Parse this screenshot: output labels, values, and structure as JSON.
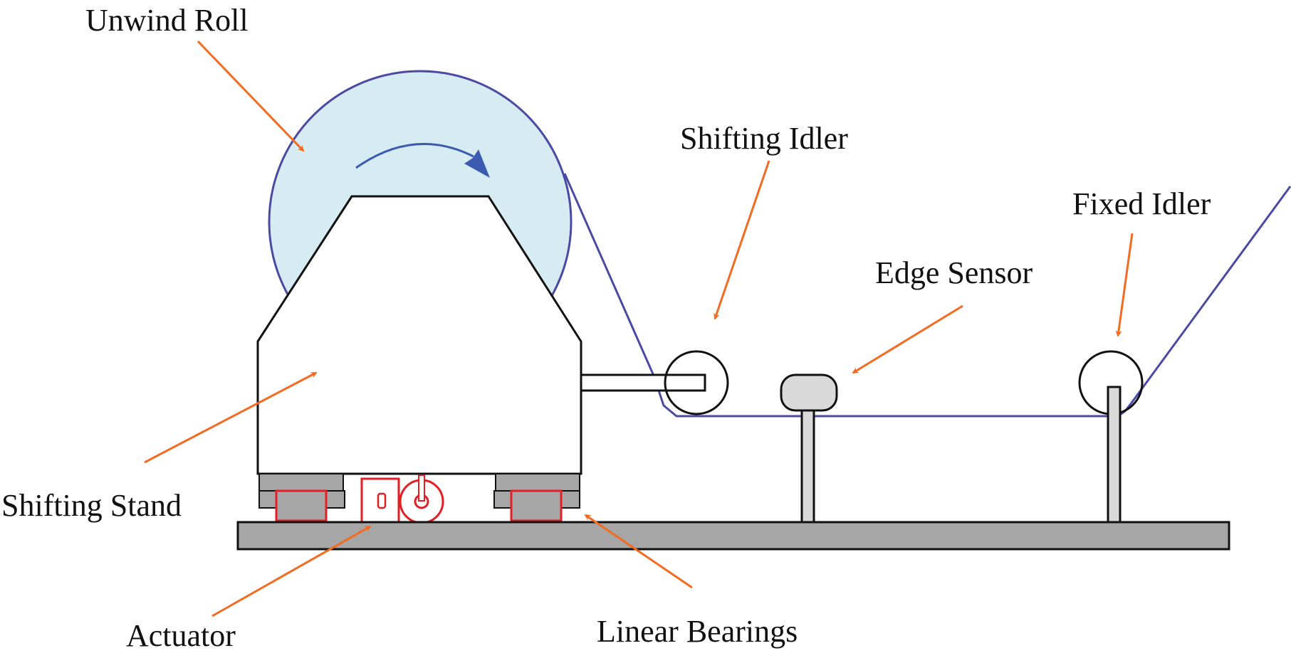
{
  "labels": {
    "unwind_roll": "Unwind Roll",
    "shifting_idler": "Shifting Idler",
    "fixed_idler": "Fixed Idler",
    "edge_sensor": "Edge Sensor",
    "shifting_stand": "Shifting Stand",
    "actuator": "Actuator",
    "linear_bearings": "Linear Bearings"
  },
  "colors": {
    "arrow": "#f26b21",
    "web": "#4b4aa3",
    "roll_fill": "#d6ecf2",
    "rotation_arrow": "#3b5bb0",
    "base": "#a6a6a6",
    "actuator": "#e31e24",
    "outline": "#111111",
    "sensor_fill": "#d9d9d9"
  }
}
